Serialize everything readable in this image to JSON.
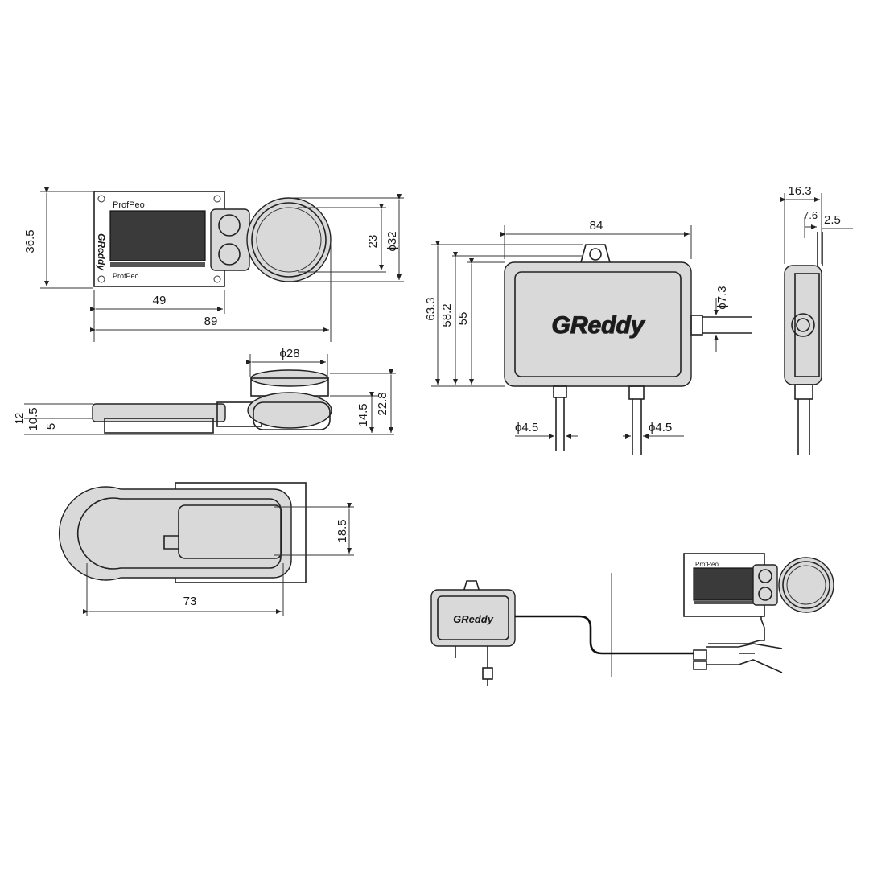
{
  "brand": "GReddy",
  "display_label": "ProfPeo",
  "top_view": {
    "height": "36.5",
    "display_width": "49",
    "total_width": "89",
    "bezel_dia": "ϕ32",
    "inner_dia": "23"
  },
  "side_view": {
    "knob_dia": "ϕ28",
    "h1": "12",
    "h2": "10.5",
    "h3": "5",
    "h4": "14.5",
    "h5": "22.8"
  },
  "bottom_view": {
    "length": "73",
    "width": "18.5"
  },
  "module_view": {
    "width": "84",
    "h1": "63.3",
    "h2": "58.2",
    "h3": "55",
    "cable_dia": "ϕ7.3",
    "port_left": "ϕ4.5",
    "port_right": "ϕ4.5"
  },
  "module_side": {
    "depth": "16.3",
    "d1": "7.6",
    "d2": "2.5"
  }
}
